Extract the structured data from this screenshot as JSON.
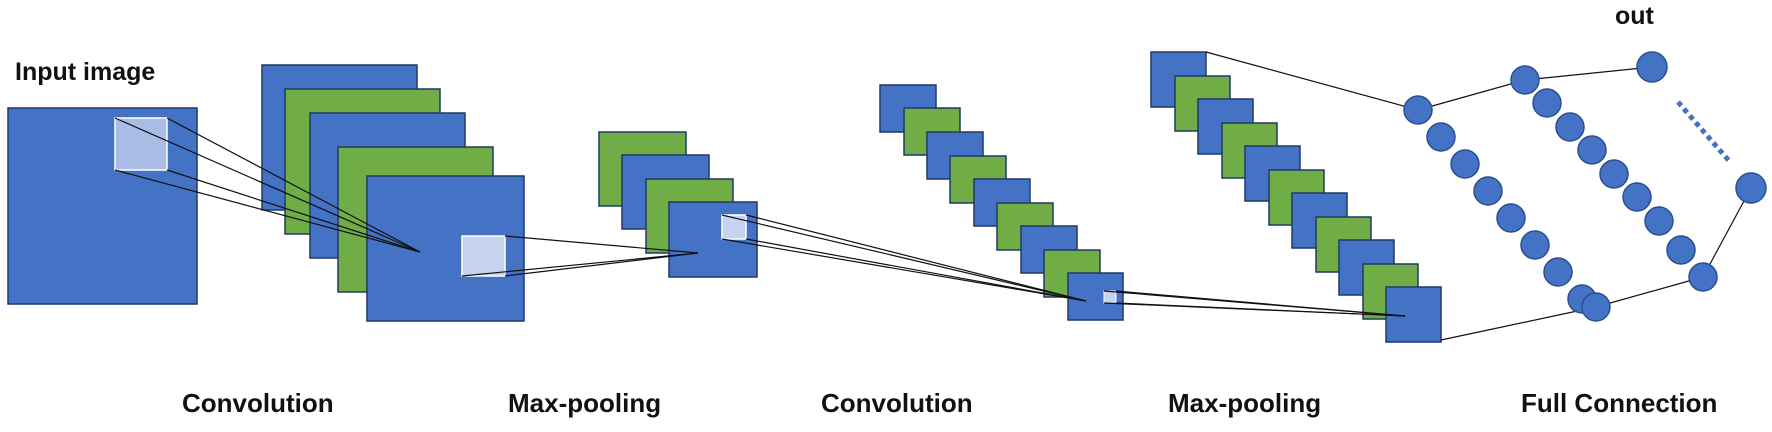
{
  "labels": {
    "input": "Input image",
    "out": "out",
    "stage1": "Convolution",
    "stage2": "Max-pooling",
    "stage3": "Convolution",
    "stage4": "Max-pooling",
    "stage5": "Full Connection"
  },
  "colors": {
    "blue": "#4472c4",
    "green": "#70ad47",
    "patch": "#a8bce6",
    "node": "#4472c4",
    "line": "#111111"
  }
}
